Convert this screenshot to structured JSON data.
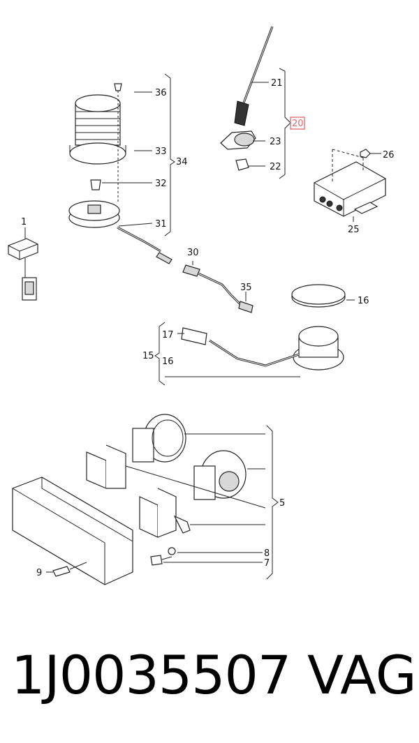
{
  "callouts": {
    "c1": "1",
    "c5": "5",
    "c7": "7",
    "c8": "8",
    "c9": "9",
    "c15": "15",
    "c16a": "16",
    "c16b": "16",
    "c17": "17",
    "c20": "20",
    "c21": "21",
    "c22": "22",
    "c23": "23",
    "c25": "25",
    "c26": "26",
    "c30": "30",
    "c31": "31",
    "c32": "32",
    "c33": "33",
    "c34": "34",
    "c35": "35",
    "c36": "36"
  },
  "footer": {
    "part_number": "1J0035507",
    "brand": "VAG"
  },
  "colors": {
    "highlight_box": "#e06a6a"
  }
}
